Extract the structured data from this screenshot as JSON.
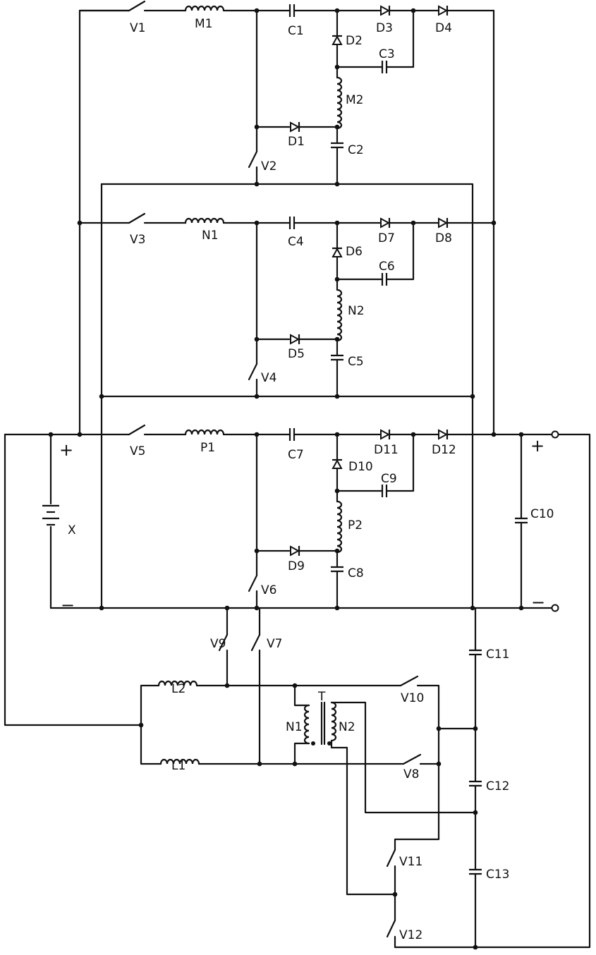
{
  "labels": {
    "V1": "V1",
    "V2": "V2",
    "V3": "V3",
    "V4": "V4",
    "V5": "V5",
    "V6": "V6",
    "V7": "V7",
    "V8": "V8",
    "V9": "V9",
    "V10": "V10",
    "V11": "V11",
    "V12": "V12",
    "M1": "M1",
    "M2": "M2",
    "N1": "N1",
    "N2": "N2",
    "P1": "P1",
    "P2": "P2",
    "L1": "L1",
    "L2": "L2",
    "T": "T",
    "TN1": "N1",
    "TN2": "N2",
    "X": "X",
    "C1": "C1",
    "C2": "C2",
    "C3": "C3",
    "C4": "C4",
    "C5": "C5",
    "C6": "C6",
    "C7": "C7",
    "C8": "C8",
    "C9": "C9",
    "C10": "C10",
    "C11": "C11",
    "C12": "C12",
    "C13": "C13",
    "D1": "D1",
    "D2": "D2",
    "D3": "D3",
    "D4": "D4",
    "D5": "D5",
    "D6": "D6",
    "D7": "D7",
    "D8": "D8",
    "D9": "D9",
    "D10": "D10",
    "D11": "D11",
    "D12": "D12",
    "plus_left": "+",
    "minus_left": "−",
    "plus_right": "+",
    "minus_right": "−"
  }
}
